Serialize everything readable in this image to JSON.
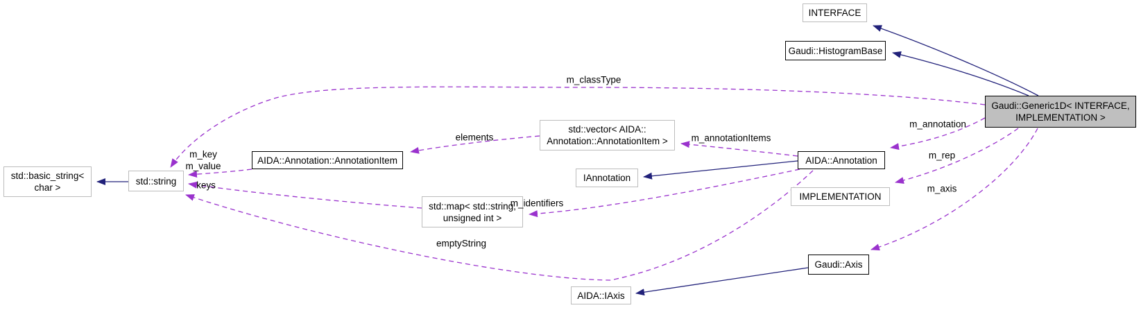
{
  "colors": {
    "inheritance_edge": "#21217a",
    "usage_edge": "#9a32cd",
    "main_node_fill": "#bfbfbf",
    "node_fill": "#ffffff",
    "dark_border": "#000000",
    "light_border": "#bcbcbc"
  },
  "nodes": {
    "interface": {
      "label": "INTERFACE"
    },
    "histogram_base": {
      "label": "Gaudi::HistogramBase"
    },
    "generic1d": {
      "label": "Gaudi::Generic1D< INTERFACE,\nIMPLEMENTATION >"
    },
    "basic_string": {
      "label": "std::basic_string<\nchar >"
    },
    "std_string": {
      "label": "std::string"
    },
    "annotation_item": {
      "label": "AIDA::Annotation::AnnotationItem"
    },
    "vector_annotation_item": {
      "label": "std::vector< AIDA::\nAnnotation::AnnotationItem >"
    },
    "iannotation": {
      "label": "IAnnotation"
    },
    "annotation": {
      "label": "AIDA::Annotation"
    },
    "implementation": {
      "label": "IMPLEMENTATION"
    },
    "std_map": {
      "label": "std::map< std::string,\nunsigned int >"
    },
    "gaudi_axis": {
      "label": "Gaudi::Axis"
    },
    "aida_iaxis": {
      "label": "AIDA::IAxis"
    }
  },
  "edge_labels": {
    "m_classType": "m_classType",
    "elements": "elements",
    "m_annotationItems": "m_annotationItems",
    "m_annotation": "m_annotation",
    "m_rep": "m_rep",
    "m_axis": "m_axis",
    "m_key_value": "m_key\nm_value",
    "keys": "keys",
    "m_identifiers": "m_identifiers",
    "emptyString": "emptyString"
  }
}
